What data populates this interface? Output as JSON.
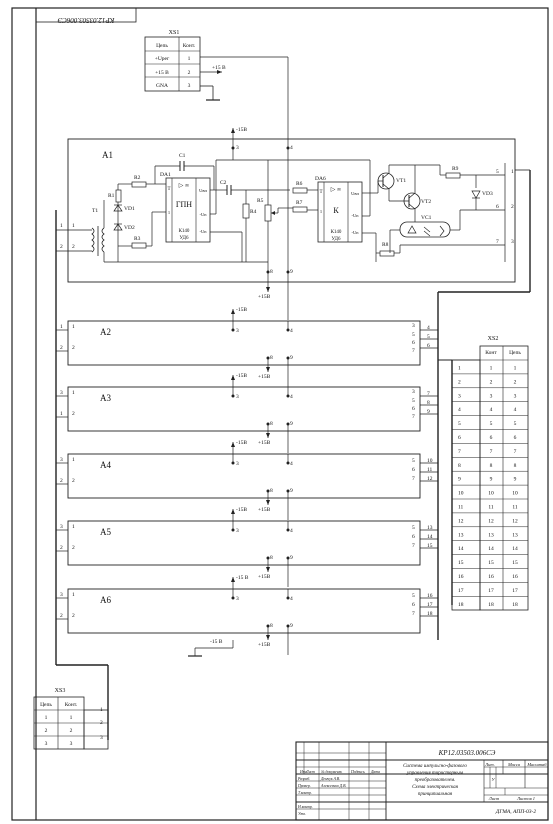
{
  "stamp_code": "КР12.03503.006СЭ",
  "xs1": {
    "name": "XS1",
    "headers": [
      "Цепь",
      "Конт."
    ],
    "rows": [
      [
        "+Uрег",
        "1"
      ],
      [
        "+15 В",
        "2"
      ],
      [
        "GNA",
        "3"
      ]
    ],
    "out_label": "+15 В"
  },
  "xs2": {
    "name": "XS2",
    "headers": [
      "Конт",
      "Цепь"
    ],
    "rows": [
      [
        "1",
        "1"
      ],
      [
        "2",
        "2"
      ],
      [
        "3",
        "3"
      ],
      [
        "4",
        "4"
      ],
      [
        "5",
        "5"
      ],
      [
        "6",
        "6"
      ],
      [
        "7",
        "7"
      ],
      [
        "8",
        "8"
      ],
      [
        "9",
        "9"
      ],
      [
        "10",
        "10"
      ],
      [
        "11",
        "11"
      ],
      [
        "12",
        "12"
      ],
      [
        "13",
        "13"
      ],
      [
        "14",
        "14"
      ],
      [
        "15",
        "15"
      ],
      [
        "16",
        "16"
      ],
      [
        "17",
        "17"
      ],
      [
        "18",
        "18"
      ]
    ],
    "left_pins": [
      "1",
      "2",
      "3",
      "4",
      "5",
      "6",
      "7",
      "8",
      "9",
      "10",
      "11",
      "12",
      "13",
      "14",
      "15",
      "16",
      "17",
      "18"
    ]
  },
  "xs3": {
    "name": "XS3",
    "headers": [
      "Цепь",
      "Конт."
    ],
    "rows": [
      [
        "1",
        "1"
      ],
      [
        "2",
        "2"
      ],
      [
        "3",
        "3"
      ]
    ],
    "side_pins": [
      "1",
      "2",
      "3"
    ]
  },
  "a1": {
    "label": "A1",
    "supply_top": "-15В",
    "supply_bottom": "+15В",
    "pin3": "3",
    "pin4": "4",
    "pin8": "8",
    "pin9": "9",
    "in_pins": [
      "1",
      "1",
      "2",
      "2"
    ],
    "out_pins": [
      "5",
      "1",
      "6",
      "2",
      "7",
      "3"
    ],
    "refs": {
      "t1": "T1",
      "r1": "R1",
      "r2": "R2",
      "r3": "R3",
      "r4": "R4",
      "r5": "R5",
      "r6": "R6",
      "r7": "R7",
      "r8": "R8",
      "r9": "R9",
      "vd1": "VD1",
      "vd2": "VD2",
      "vd3": "VD3",
      "c1": "C1",
      "c2": "C2",
      "vt1": "VT1",
      "vt2": "VT2",
      "vc1": "VC1",
      "da1": "DA1",
      "da6": "DA6"
    },
    "da1": {
      "tri": "▷ ∞",
      "t": "T",
      "main": "ГПН",
      "part": "К140",
      "part2": "УД6",
      "p1": "1",
      "p2": "1",
      "uout": "Uвп",
      "um": "-Un",
      "up": "-Un"
    },
    "da6": {
      "tri": "▷ ∞",
      "t": "T",
      "main": "К",
      "part": "К140",
      "part2": "УД6",
      "p1": "1",
      "p2": "1",
      "uout": "Uвп",
      "um": "-Un",
      "up": "-Un"
    }
  },
  "blocks": [
    {
      "label": "A2",
      "supply_top": "-15В",
      "supply_bottom": "+15В",
      "left_pins": [
        "1",
        "1",
        "2",
        "2"
      ],
      "right_in": [
        "3",
        "5",
        "6",
        "7"
      ],
      "right_out": [
        "4",
        "5",
        "6"
      ],
      "t3": "3",
      "t4": "4",
      "t8": "8",
      "t9": "9"
    },
    {
      "label": "A3",
      "supply_top": "-15В",
      "supply_bottom": "+15В",
      "left_pins": [
        "3",
        "1",
        "1",
        "2"
      ],
      "right_in": [
        "3",
        "5",
        "6",
        "7"
      ],
      "right_out": [
        "7",
        "8",
        "9"
      ],
      "t3": "3",
      "t4": "4",
      "t8": "8",
      "t9": "9"
    },
    {
      "label": "A4",
      "supply_top": "-15В",
      "supply_bottom": "+15В",
      "left_pins": [
        "3",
        "1",
        "2",
        "2"
      ],
      "right_in": [
        "5",
        "6",
        "7"
      ],
      "right_out": [
        "10",
        "11",
        "12"
      ],
      "t3": "3",
      "t4": "4",
      "t8": "8",
      "t9": "9"
    },
    {
      "label": "A5",
      "supply_top": "-15В",
      "supply_bottom": "+15В",
      "left_pins": [
        "3",
        "1",
        "2",
        "2"
      ],
      "right_in": [
        "5",
        "6",
        "7"
      ],
      "right_out": [
        "13",
        "14",
        "15"
      ],
      "t3": "3",
      "t4": "4",
      "t8": "8",
      "t9": "9"
    },
    {
      "label": "A6",
      "supply_top": "-15 В",
      "supply_bottom": "+15В",
      "left_pins": [
        "3",
        "1",
        "2",
        "2"
      ],
      "right_in": [
        "5",
        "6",
        "7"
      ],
      "right_out": [
        "16",
        "17",
        "18"
      ],
      "t3": "3",
      "t4": "4",
      "t8": "8",
      "t9": "9"
    }
  ],
  "ground_label": "-15 В",
  "title_block": {
    "doc_code": "КР12.03503.006СЭ",
    "title_lines": [
      "Система импульсно-фазового",
      "управления тиристорным",
      "преобразователем.",
      "Схема электрическая",
      "принципиальная"
    ],
    "header_lit": "Лит.",
    "header_mass": "Масса",
    "header_scale": "Масштаб",
    "sheet": "Лист",
    "sheets": "Листов 1",
    "org": "ДГМА, АПП-03-2",
    "lit_value": "У",
    "roles": [
      {
        "role": "Изм",
        "sheet": "Лист",
        "doc": "№ документ.",
        "sign": "Подпись",
        "date": "Дата"
      },
      {
        "role": "Разраб.",
        "name": "Демчук А.В."
      },
      {
        "role": "Провер.",
        "name": "Алексеенко Д.В."
      },
      {
        "role": "Т.контр.",
        "name": ""
      },
      {
        "role": "Н.контр.",
        "name": ""
      },
      {
        "role": "Утв.",
        "name": ""
      }
    ]
  }
}
